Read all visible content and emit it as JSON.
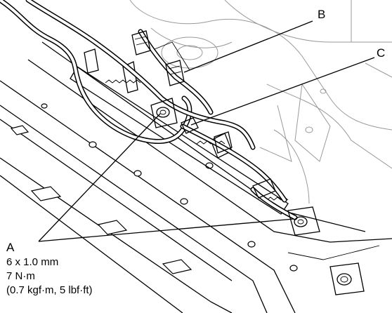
{
  "callouts": {
    "a": "A",
    "b": "B",
    "c": "C"
  },
  "spec": {
    "bolt_size": "6 x 1.0 mm",
    "torque_nm": "7 N·m",
    "torque_alt": "(0.7 kgf·m, 5 lbf·ft)"
  }
}
